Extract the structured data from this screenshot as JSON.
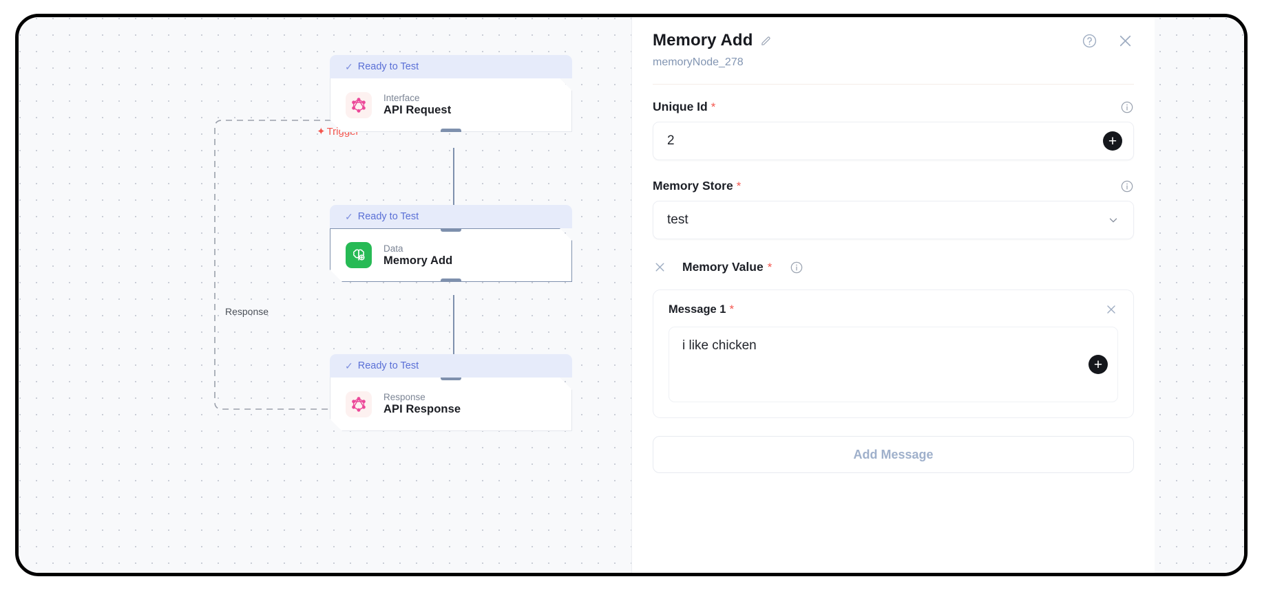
{
  "canvas": {
    "edges": [
      {
        "id": "trigger",
        "label": "Trigger",
        "icon": "lightning-bolt-icon",
        "color": "#f4564e",
        "style": "dashed"
      },
      {
        "id": "response",
        "label": "Response",
        "color": "#4a4f57",
        "style": "dashed"
      }
    ],
    "nodes": [
      {
        "id": "api-request",
        "status": "Ready to Test",
        "category": "Interface",
        "title": "API Request",
        "icon": "graphql-icon",
        "icon_color": "#ec4899",
        "selected": false
      },
      {
        "id": "memory-add",
        "status": "Ready to Test",
        "category": "Data",
        "title": "Memory Add",
        "icon": "brain-plus-icon",
        "icon_color": "#27ba55",
        "selected": true
      },
      {
        "id": "api-response",
        "status": "Ready to Test",
        "category": "Response",
        "title": "API Response",
        "icon": "graphql-icon",
        "icon_color": "#ec4899",
        "selected": false
      }
    ]
  },
  "panel": {
    "title": "Memory Add",
    "edit_icon": "pencil-icon",
    "subtitle": "memoryNode_278",
    "help_icon": "help-circle-icon",
    "close_icon": "close-icon",
    "fields": {
      "unique_id": {
        "label": "Unique Id",
        "required": "*",
        "value": "2",
        "info_icon": "info-icon",
        "add_icon": "plus-icon"
      },
      "memory_store": {
        "label": "Memory Store",
        "required": "*",
        "value": "test",
        "info_icon": "info-icon",
        "chevron_icon": "chevron-down-icon"
      },
      "memory_value": {
        "label": "Memory Value",
        "required": "*",
        "remove_icon": "close-icon",
        "info_icon": "info-icon",
        "messages": [
          {
            "label": "Message 1",
            "required": "*",
            "value": "i like chicken",
            "remove_icon": "close-icon",
            "add_icon": "plus-icon"
          }
        ],
        "add_message_label": "Add Message"
      }
    },
    "colors": {
      "required": "#f4564e",
      "subtitle": "#8295b2",
      "accent_button": "#15171c"
    }
  }
}
